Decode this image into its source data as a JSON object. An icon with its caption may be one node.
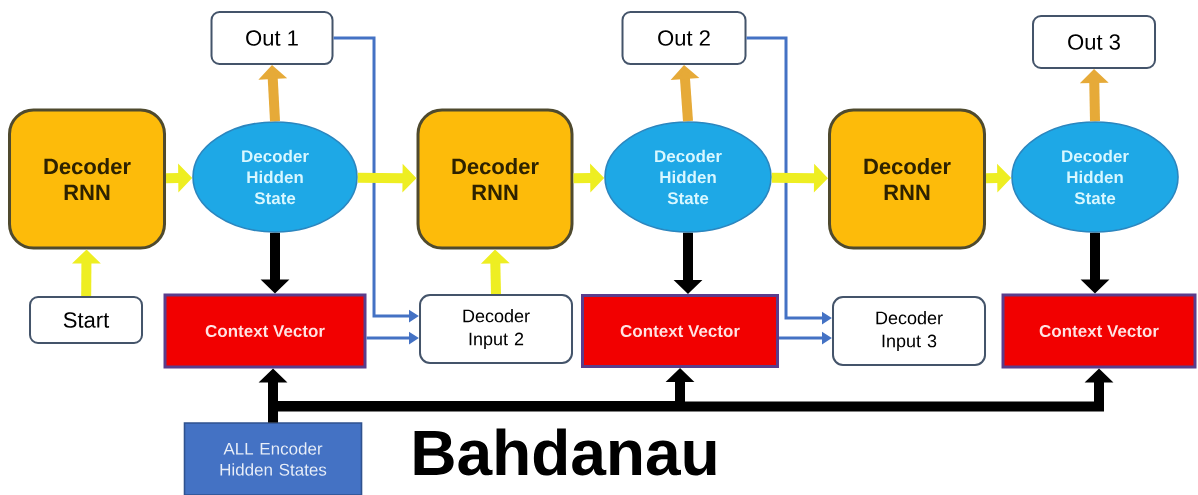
{
  "diagram": {
    "nodes": [
      {
        "text": [
          "Decoder RNN"
        ]
      },
      {
        "text": [
          "Decoder Hidden State"
        ]
      },
      {
        "text": [
          "Out 1"
        ]
      },
      {
        "text": [
          "Start"
        ]
      },
      {
        "text": [
          "Context Vector"
        ]
      },
      {
        "text": [
          "Decoder RNN"
        ]
      },
      {
        "text": [
          "Decoder Hidden State"
        ]
      },
      {
        "text": [
          "Out 2"
        ]
      },
      {
        "text": [
          "Decoder Input 2"
        ]
      },
      {
        "text": [
          "Context Vector"
        ]
      },
      {
        "text": [
          "Decoder RNN"
        ]
      },
      {
        "text": [
          "Decoder Hidden State"
        ]
      },
      {
        "text": [
          "Out 3"
        ]
      },
      {
        "text": [
          "Decoder Input 3"
        ]
      },
      {
        "text": [
          "Context Vector"
        ]
      },
      {
        "text": [
          "ALL Encoder Hidden States"
        ]
      }
    ],
    "edges": [
      {
        "from": 3,
        "to": 0,
        "arrow": "to"
      },
      {
        "from": 0,
        "to": 1,
        "arrow": "to"
      },
      {
        "from": 1,
        "to": 2,
        "arrow": "to",
        "color": "#e6aa38"
      },
      {
        "from": 1,
        "to": 4,
        "arrow": "to",
        "color": "#000000"
      },
      {
        "from": 2,
        "to": 8,
        "arrow": "to",
        "color": "#4472c4"
      },
      {
        "from": 4,
        "to": 8,
        "arrow": "to",
        "color": "#4472c4"
      },
      {
        "from": 1,
        "to": 5,
        "arrow": "to"
      },
      {
        "from": 8,
        "to": 5,
        "arrow": "to"
      },
      {
        "from": 5,
        "to": 6,
        "arrow": "to"
      },
      {
        "from": 6,
        "to": 7,
        "arrow": "to",
        "color": "#e6aa38"
      },
      {
        "from": 6,
        "to": 9,
        "arrow": "to",
        "color": "#000000"
      },
      {
        "from": 7,
        "to": 13,
        "arrow": "to",
        "color": "#4472c4"
      },
      {
        "from": 9,
        "to": 13,
        "arrow": "to",
        "color": "#4472c4"
      },
      {
        "from": 6,
        "to": 10,
        "arrow": "to"
      },
      {
        "from": 10,
        "to": 11,
        "arrow": "to"
      },
      {
        "from": 11,
        "to": 12,
        "arrow": "to",
        "color": "#e6aa38"
      },
      {
        "from": 11,
        "to": 14,
        "arrow": "to",
        "color": "#000000"
      },
      {
        "from": 15,
        "to": 4,
        "arrow": "to",
        "color": "#000000"
      },
      {
        "from": 15,
        "to": 9,
        "arrow": "to",
        "color": "#000000"
      },
      {
        "from": 15,
        "to": 14,
        "arrow": "to",
        "color": "#000000"
      }
    ],
    "labels": [
      "Bahdanau"
    ]
  }
}
